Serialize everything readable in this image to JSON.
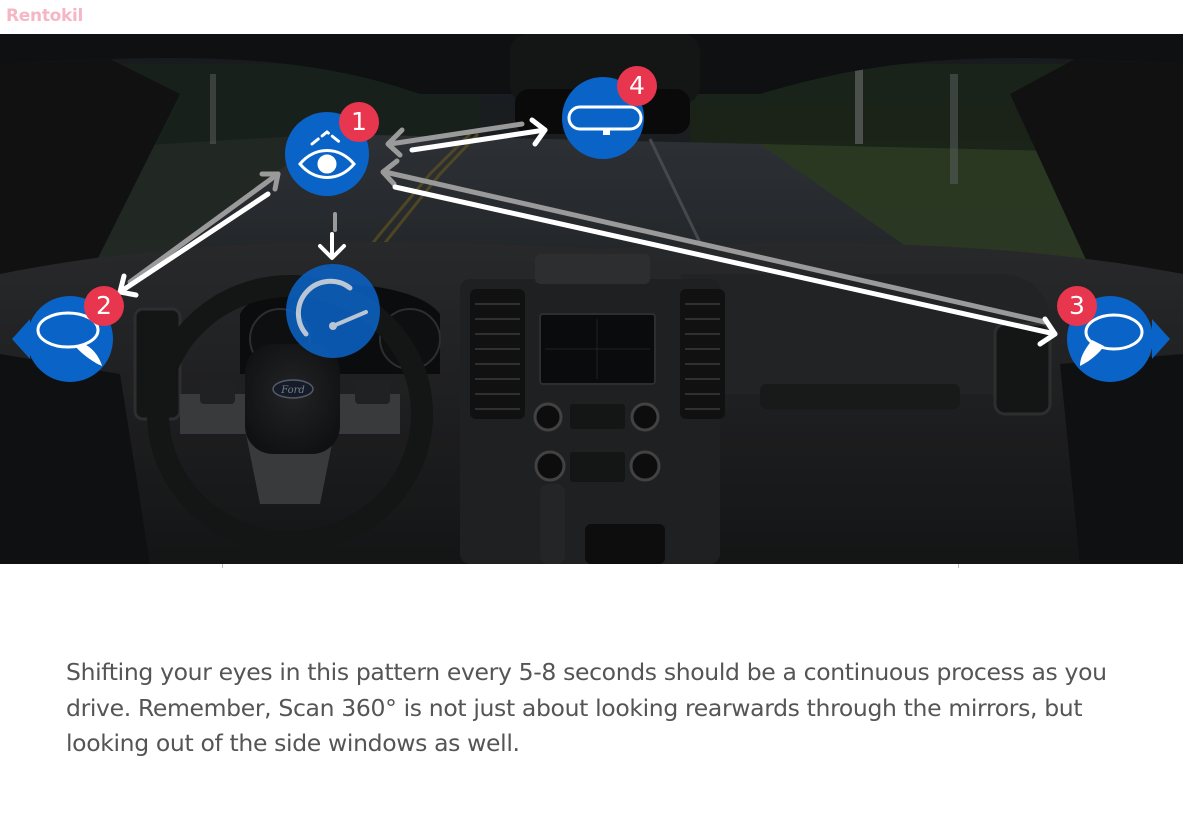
{
  "header": {
    "logo_text": "Rentokil",
    "logo_color": "#f7b6c4"
  },
  "illustration": {
    "description": "Truck cabin interior view through windshield with Scan 360 eye-movement pattern",
    "brand_on_wheel": "Ford",
    "accent_color": "#0a64c8",
    "badge_color": "#e8364f",
    "markers": [
      {
        "number": "1",
        "icon": "eye-scan-icon",
        "label": "Road ahead"
      },
      {
        "number": "2",
        "icon": "left-mirror-icon",
        "label": "Left side mirror"
      },
      {
        "number": "3",
        "icon": "right-mirror-icon",
        "label": "Right side mirror"
      },
      {
        "number": "4",
        "icon": "rearview-mirror-icon",
        "label": "Rear-view mirror"
      }
    ],
    "speedometer_icon": "speedometer-icon"
  },
  "caption": {
    "text": "Shifting your eyes in this pattern every 5-8 seconds should be a continuous process as you drive. Remember, Scan 360° is not just about looking rearwards through the mirrors, but looking out of the side windows as well."
  }
}
